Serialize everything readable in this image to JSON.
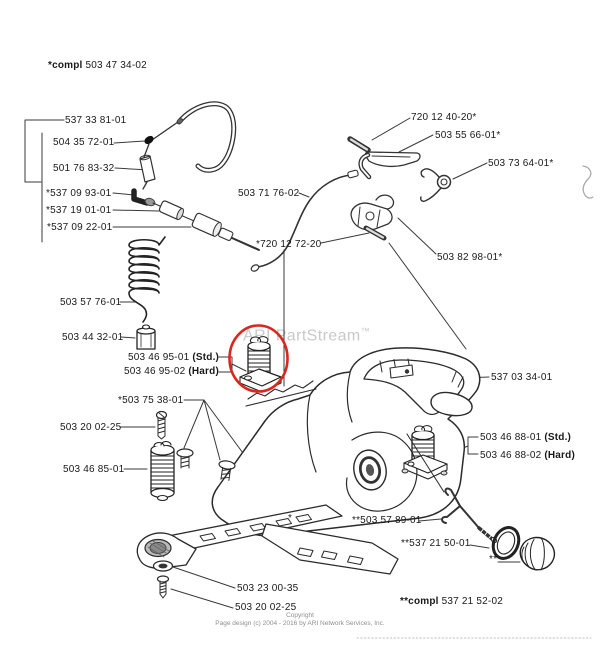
{
  "watermark": {
    "text": "ARI PartStream",
    "tm": "™"
  },
  "highlight": {
    "color": "#d8281e",
    "shape": "ellipse"
  },
  "footer": {
    "line1": "Copyright",
    "line2": "Page design (c) 2004 - 2016 by ARI Network Services, Inc."
  },
  "labels": [
    {
      "name": "compl-503-47-34-02",
      "pre": "*compl ",
      "text": "503 47 34-02",
      "post": ""
    },
    {
      "name": "537-33-81-01",
      "pre": "",
      "text": "537 33 81-01",
      "post": ""
    },
    {
      "name": "504-35-72-01",
      "pre": "",
      "text": "504 35 72-01",
      "post": ""
    },
    {
      "name": "501-76-83-32",
      "pre": "",
      "text": "501 76 83-32",
      "post": ""
    },
    {
      "name": "537-09-93-01",
      "pre": "",
      "text": "*537 09 93-01",
      "post": ""
    },
    {
      "name": "537-19-01-01",
      "pre": "",
      "text": "*537 19 01-01",
      "post": ""
    },
    {
      "name": "537-09-22-01",
      "pre": "",
      "text": "*537 09 22-01",
      "post": ""
    },
    {
      "name": "503-57-76-01",
      "pre": "",
      "text": "503 57 76-01",
      "post": ""
    },
    {
      "name": "503-44-32-01",
      "pre": "",
      "text": "503 44 32-01",
      "post": ""
    },
    {
      "name": "503-46-95-01",
      "pre": "",
      "text": "503 46 95-01 ",
      "post": "(Std.)"
    },
    {
      "name": "503-46-95-02",
      "pre": "",
      "text": "503 46 95-02 ",
      "post": "(Hard)"
    },
    {
      "name": "503-75-38-01",
      "pre": "",
      "text": "*503 75 38-01",
      "post": ""
    },
    {
      "name": "503-20-02-25-upper",
      "pre": "",
      "text": "503 20 02-25",
      "post": ""
    },
    {
      "name": "503-46-85-01",
      "pre": "",
      "text": "503 46 85-01",
      "post": ""
    },
    {
      "name": "503-71-76-02",
      "pre": "",
      "text": "503 71 76-02",
      "post": ""
    },
    {
      "name": "720-12-72-20",
      "pre": "",
      "text": "*720 12 72-20",
      "post": ""
    },
    {
      "name": "720-12-40-20",
      "pre": "",
      "text": "720 12 40-20*",
      "post": ""
    },
    {
      "name": "503-55-66-01",
      "pre": "",
      "text": "503 55 66-01*",
      "post": ""
    },
    {
      "name": "503-73-64-01",
      "pre": "",
      "text": "503 73 64-01*",
      "post": ""
    },
    {
      "name": "503-82-98-01",
      "pre": "",
      "text": "503 82 98-01*",
      "post": ""
    },
    {
      "name": "537-03-34-01",
      "pre": "",
      "text": "537 03 34-01",
      "post": ""
    },
    {
      "name": "503-46-88-01",
      "pre": "",
      "text": "503 46 88-01 ",
      "post": "(Std.)"
    },
    {
      "name": "503-46-88-02",
      "pre": "",
      "text": "503 46 88-02 ",
      "post": "(Hard)"
    },
    {
      "name": "503-57-89-01",
      "pre": "",
      "text": "**503 57 89-01",
      "post": ""
    },
    {
      "name": "537-21-50-01",
      "pre": "",
      "text": "**537 21 50-01",
      "post": ""
    },
    {
      "name": "cap-ref-marker",
      "pre": "",
      "text": "**",
      "post": ""
    },
    {
      "name": "compl-537-21-52-02",
      "pre": "**compl ",
      "text": "537 21 52-02",
      "post": ""
    },
    {
      "name": "503-23-00-35",
      "pre": "",
      "text": "503 23 00-35",
      "post": ""
    },
    {
      "name": "503-20-02-25-lower",
      "pre": "",
      "text": "503 20 02-25",
      "post": ""
    },
    {
      "name": "body-ref-marker",
      "pre": "",
      "text": "*",
      "post": ""
    }
  ]
}
